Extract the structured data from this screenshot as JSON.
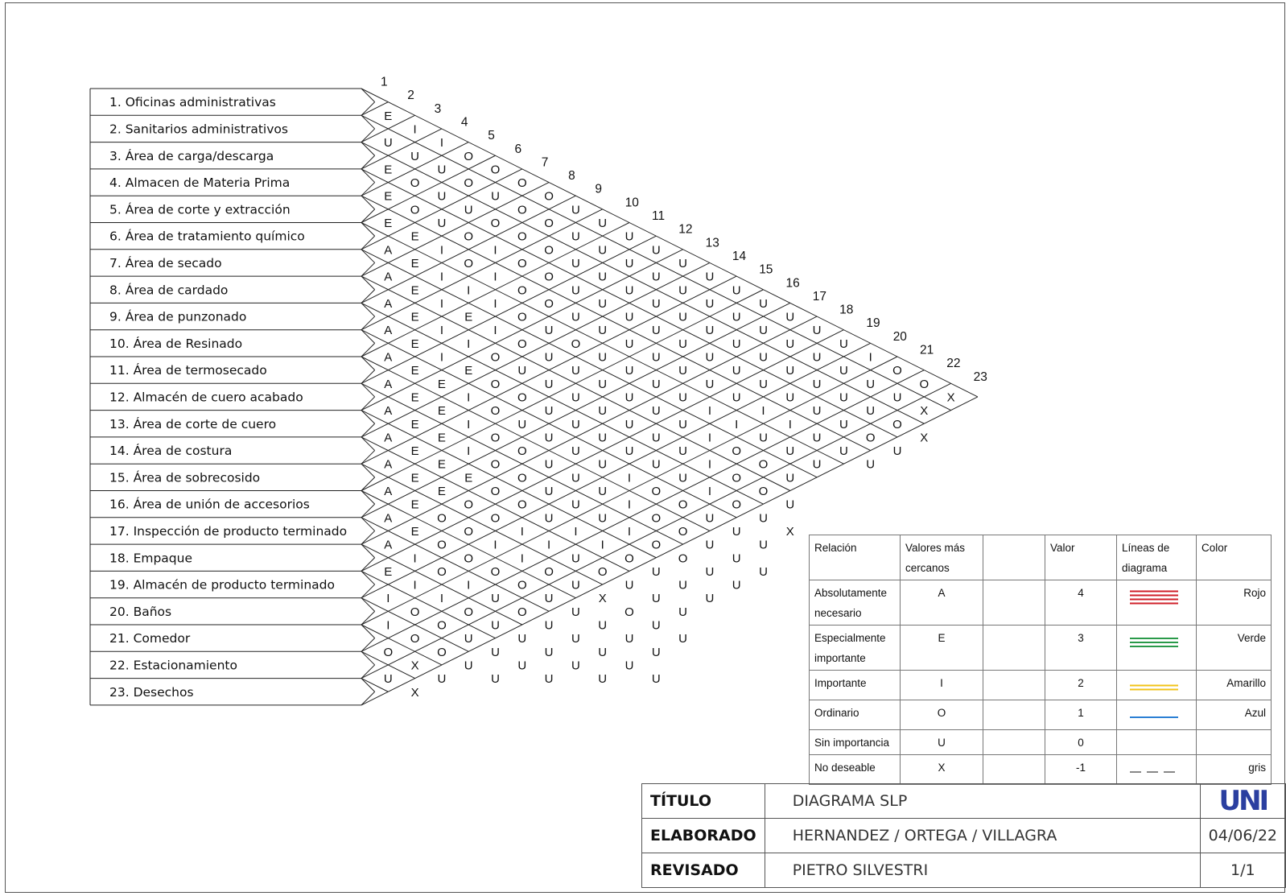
{
  "areas": [
    "1. Oficinas administrativas",
    "2. Sanitarios administrativos",
    "3. Área de carga/descarga",
    "4. Almacen de Materia Prima",
    "5. Área de corte y extracción",
    "6. Área de tratamiento químico",
    "7. Área de secado",
    "8. Área de cardado",
    "9. Área de punzonado",
    "10. Área de Resinado",
    "11. Área de termosecado",
    "12. Almacén de cuero acabado",
    "13. Área de corte de cuero",
    "14. Área de costura",
    "15. Área de sobrecosido",
    "16. Área de unión de  accesorios",
    "17. Inspección de producto terminado",
    "18. Empaque",
    "19. Almacén de producto terminado",
    "20. Baños",
    "21. Comedor",
    "22. Estacionamiento",
    "23. Desechos"
  ],
  "column_numbers": [
    "1",
    "2",
    "3",
    "4",
    "5",
    "6",
    "7",
    "8",
    "9",
    "10",
    "11",
    "12",
    "13",
    "14",
    "15",
    "16",
    "17",
    "18",
    "19",
    "20",
    "21",
    "22",
    "23"
  ],
  "relationship_rows": [
    "EIIOOOOUUUUUUUUUUUIOOX",
    "UUUOUOOUUUUUUUUUUUUUX",
    "EOUUOOOUUUUUUUUUUUUOX",
    "EOUOIOOUUUUUUUUUUUOU",
    "EEIOIOOUUUUUUUIIUUU",
    "AEIIIOUOUUUUIIUUU",
    "AEIEIOUUUUUUIOOU",
    "AEIIOUUUUUUUIOOU",
    "AEIEOOUUUUUUIOUX",
    "AEEIOUUUUIOOUUU",
    "AEEIOOUUUIOOUUU",
    "AEEIOOUUUIOOUU",
    "AEEEOOUIIOUUU",
    "AEEOOIIUOUUU",
    "AEOOIIOUXOUU",
    "AEOOOOUUUUU",
    "AIOIUOUUUUU",
    "EIIOUUUUU",
    "IOOUUUU",
    "IOOUU",
    "OXU",
    "UX"
  ],
  "legend": {
    "headers": [
      "Relación",
      "Valores más cercanos",
      "Valor",
      "Líneas de diagrama",
      "Color"
    ],
    "rows": [
      {
        "relacion": "Absolutamente necesario",
        "code": "A",
        "valor": "4",
        "color": "Rojo",
        "hex": "#d0202a",
        "lines": 4
      },
      {
        "relacion": "Especialmente importante",
        "code": "E",
        "valor": "3",
        "color": "Verde",
        "hex": "#2a9a4a",
        "lines": 3
      },
      {
        "relacion": "Importante",
        "code": "I",
        "valor": "2",
        "color": "Amarillo",
        "hex": "#f2c318",
        "lines": 2
      },
      {
        "relacion": "Ordinario",
        "code": "O",
        "valor": "1",
        "color": "Azul",
        "hex": "#2a7fd4",
        "lines": 1
      },
      {
        "relacion": "Sin importancia",
        "code": "U",
        "valor": "0",
        "color": "",
        "hex": "",
        "lines": 0
      },
      {
        "relacion": "No deseable",
        "code": "X",
        "valor": "-1",
        "color": "gris",
        "hex": "#888888",
        "lines": -1
      }
    ]
  },
  "title_block": {
    "titulo_label": "TÍTULO",
    "titulo_value": "DIAGRAMA SLP",
    "elaborado_label": "ELABORADO",
    "elaborado_value": "HERNANDEZ / ORTEGA / VILLAGRA",
    "revisado_label": "REVISADO",
    "revisado_value": "PIETRO SILVESTRI",
    "date": "04/06/22",
    "sheet": "1/1",
    "logo_text": "UNI",
    "logo_color": "#2b3fa0"
  }
}
